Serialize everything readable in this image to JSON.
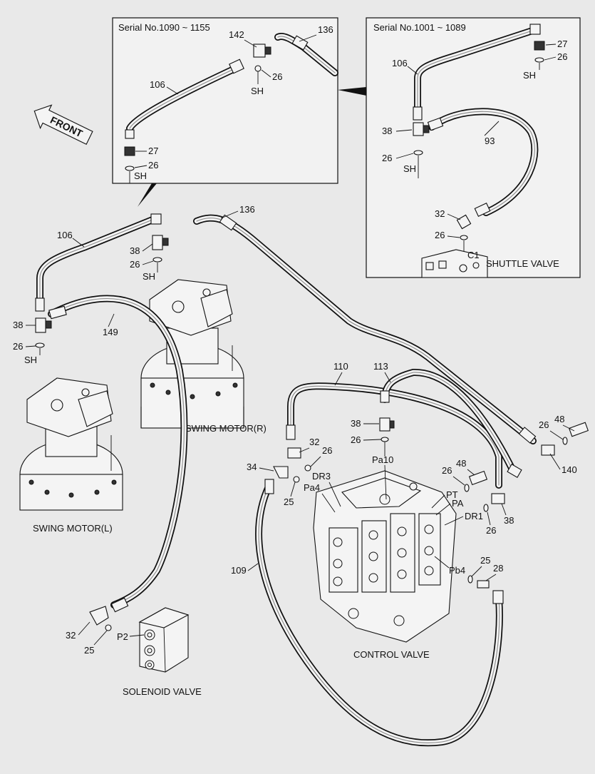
{
  "insets": {
    "left_title": "Serial No.1090 ~ 1155",
    "right_title": "Serial No.1001 ~ 1089"
  },
  "front_label": "FRONT",
  "captions": {
    "swing_motor_r": "SWING MOTOR(R)",
    "swing_motor_l": "SWING MOTOR(L)",
    "control_valve": "CONTROL VALVE",
    "solenoid_valve": "SOLENOID VALVE",
    "shuttle_valve": "SHUTTLE VALVE"
  },
  "part_numbers": {
    "inset_l_142": "142",
    "inset_l_136": "136",
    "inset_l_106": "106",
    "inset_l_26a": "26",
    "inset_l_sh_a": "SH",
    "inset_l_27": "27",
    "inset_l_26b": "26",
    "inset_l_sh_b": "SH",
    "inset_r_27": "27",
    "inset_r_26a": "26",
    "inset_r_sh_a": "SH",
    "inset_r_106": "106",
    "inset_r_38": "38",
    "inset_r_26b": "26",
    "inset_r_sh_b": "SH",
    "inset_r_93": "93",
    "inset_r_32": "32",
    "inset_r_26c": "26",
    "inset_r_c1": "C1",
    "main_136": "136",
    "main_106": "106",
    "main_38a": "38",
    "main_26a": "26",
    "main_sh_a": "SH",
    "main_38b": "38",
    "main_26b": "26",
    "main_sh_b": "SH",
    "main_149": "149",
    "main_110": "110",
    "main_113": "113",
    "main_38c": "38",
    "main_26c": "26",
    "main_pa10": "Pa10",
    "main_32a": "32",
    "main_26d": "26",
    "main_34": "34",
    "main_dr3": "DR3",
    "main_pa4": "Pa4",
    "main_25a": "25",
    "main_48a": "48",
    "main_26e": "26",
    "main_140": "140",
    "main_48b": "48",
    "main_26f": "26",
    "main_pt": "PT",
    "main_pa": "PA",
    "main_dr1": "DR1",
    "main_26g": "26",
    "main_38d": "38",
    "main_109": "109",
    "main_25b": "25",
    "main_28": "28",
    "main_pb4": "Pb4",
    "main_32b": "32",
    "main_25c": "25",
    "main_p2": "P2"
  },
  "colors": {
    "background": "#e9e9e9",
    "line": "#111111"
  }
}
